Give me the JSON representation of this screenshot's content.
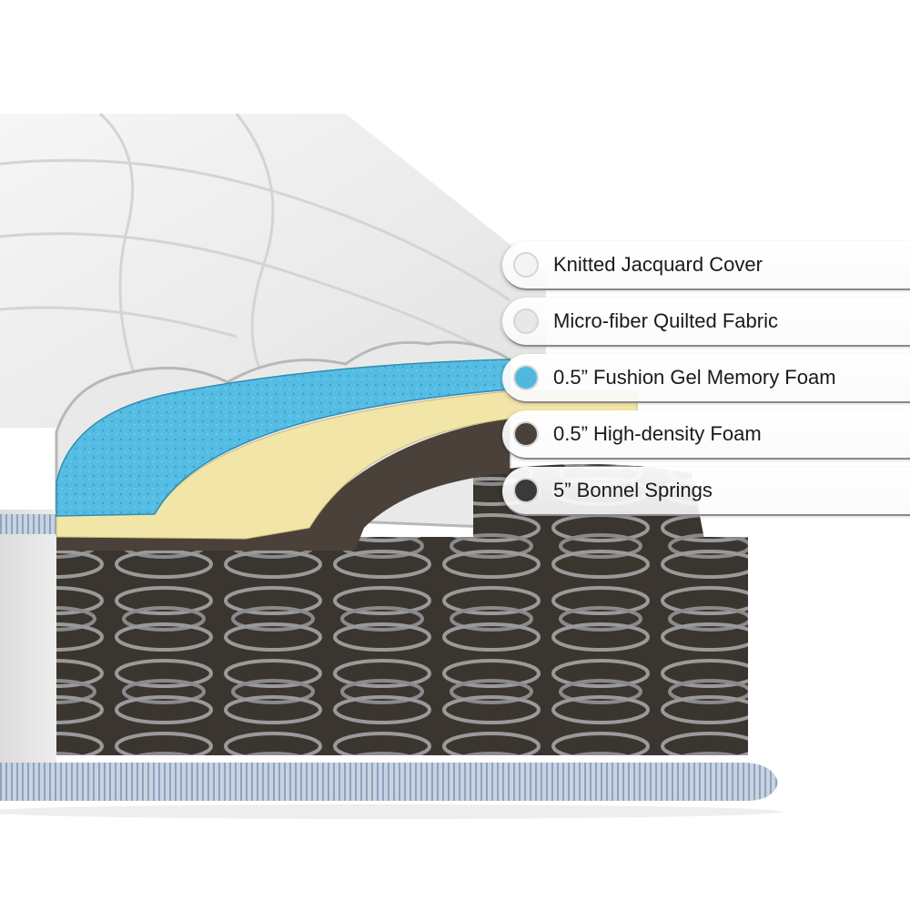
{
  "image": {
    "subject": "Spring mattress cutaway showing layers",
    "colors": {
      "background": "#ffffff",
      "cover": "#f1f1f1",
      "gel_foam": "#4fb8df",
      "hd_foam": "#f2e5a8",
      "felt": "#4a423a",
      "springs": "#8a8a8a",
      "border_tape": "#aab8cc"
    }
  },
  "layers": [
    {
      "label": "Knitted Jacquard Cover",
      "dot_color": "#f4f4f4",
      "icon": "white-fabric-swatch"
    },
    {
      "label": "Micro-fiber Quilted Fabric",
      "dot_color": "#e8e8e8",
      "icon": "grey-fabric-swatch"
    },
    {
      "label": "0.5” Fushion Gel Memory Foam",
      "dot_color": "#4fb8df",
      "icon": "blue-foam-swatch"
    },
    {
      "label": "0.5” High-density Foam",
      "dot_color": "#4a423a",
      "icon": "dark-foam-swatch"
    },
    {
      "label": "5” Bonnel Springs",
      "dot_color": "#3a3a3a",
      "icon": "spring-swatch"
    }
  ]
}
